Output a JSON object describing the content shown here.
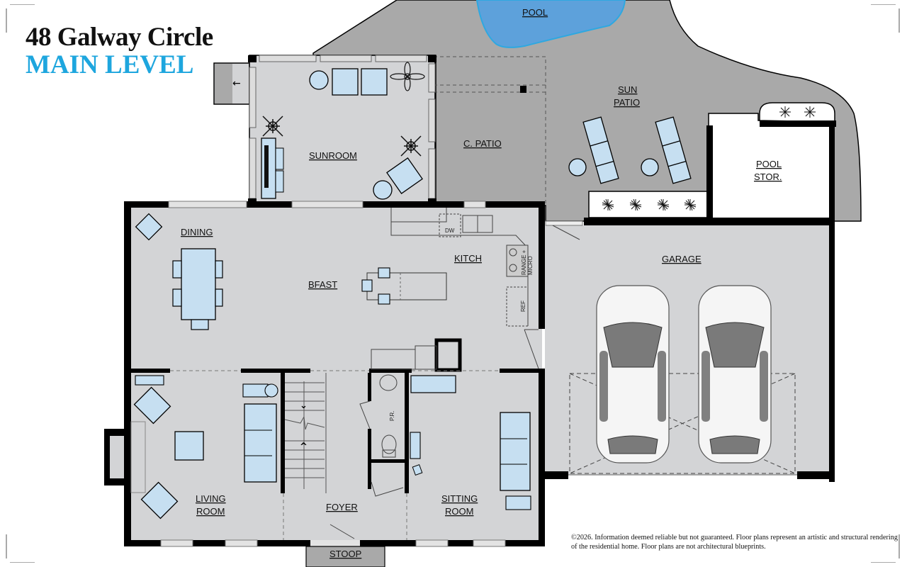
{
  "header": {
    "address": "48 Galway Circle",
    "level": "MAIN LEVEL"
  },
  "colors": {
    "title_black": "#111111",
    "title_blue": "#1ea6de",
    "pool": "#5da1db",
    "pool_edge": "#2fa8e0",
    "outdoor_gray": "#a9a9a9",
    "floor_gray": "#d3d4d6",
    "furniture_blue": "#c6dff1",
    "wall": "#000000"
  },
  "rooms": {
    "pool": "POOL",
    "sun_patio_1": "SUN",
    "sun_patio_2": "PATIO",
    "c_patio": "C. PATIO",
    "pool_stor_1": "POOL",
    "pool_stor_2": "STOR.",
    "sunroom": "SUNROOM",
    "dining": "DINING",
    "bfast": "BFAST",
    "kitch": "KITCH",
    "garage": "GARAGE",
    "living_1": "LIVING",
    "living_2": "ROOM",
    "foyer": "FOYER",
    "pr": "P.R.",
    "sitting_1": "SITTING",
    "sitting_2": "ROOM",
    "stoop": "STOOP"
  },
  "fixtures": {
    "dw": "DW",
    "range_1": "RANGE +",
    "range_2": "MICRO",
    "ref": "REF"
  },
  "footer": {
    "disclaimer": "©2026. Information deemed reliable but not guaranteed. Floor plans represent an artistic and structural rendering of the residential home. Floor plans are not architectural blueprints."
  }
}
